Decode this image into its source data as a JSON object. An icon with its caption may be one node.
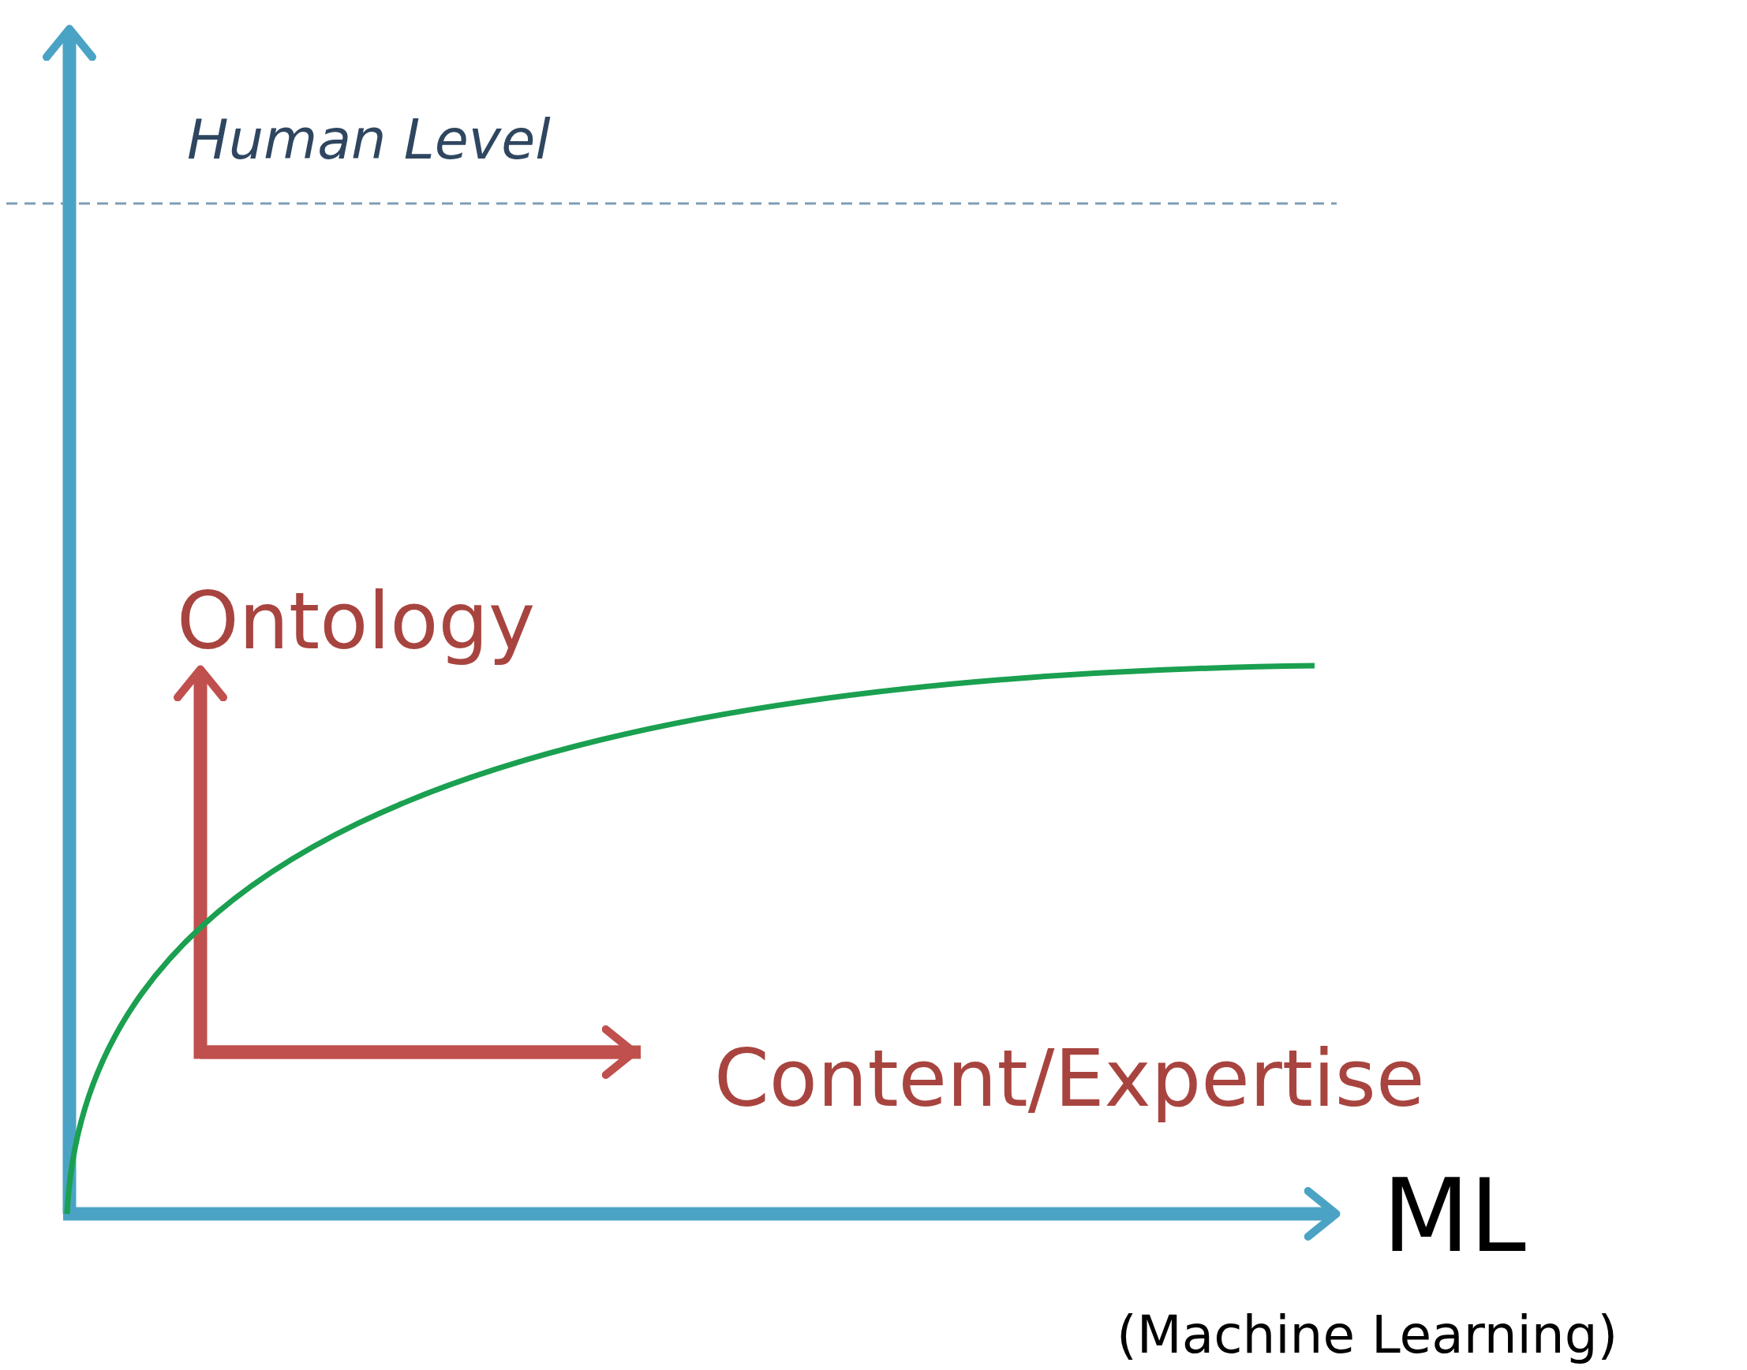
{
  "diagram": {
    "labels": [
      "Human Level",
      "Ontology",
      "Content/Expertise",
      "ML",
      "(Machine Learning)"
    ]
  }
}
